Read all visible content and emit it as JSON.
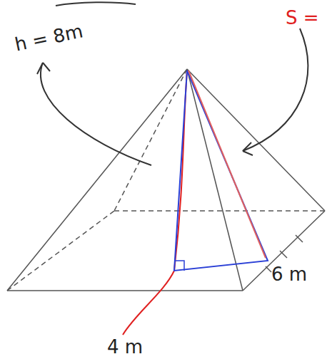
{
  "diagram": {
    "labels": [
      "h = 8m",
      "S =",
      "6 m",
      "4 m"
    ]
  }
}
